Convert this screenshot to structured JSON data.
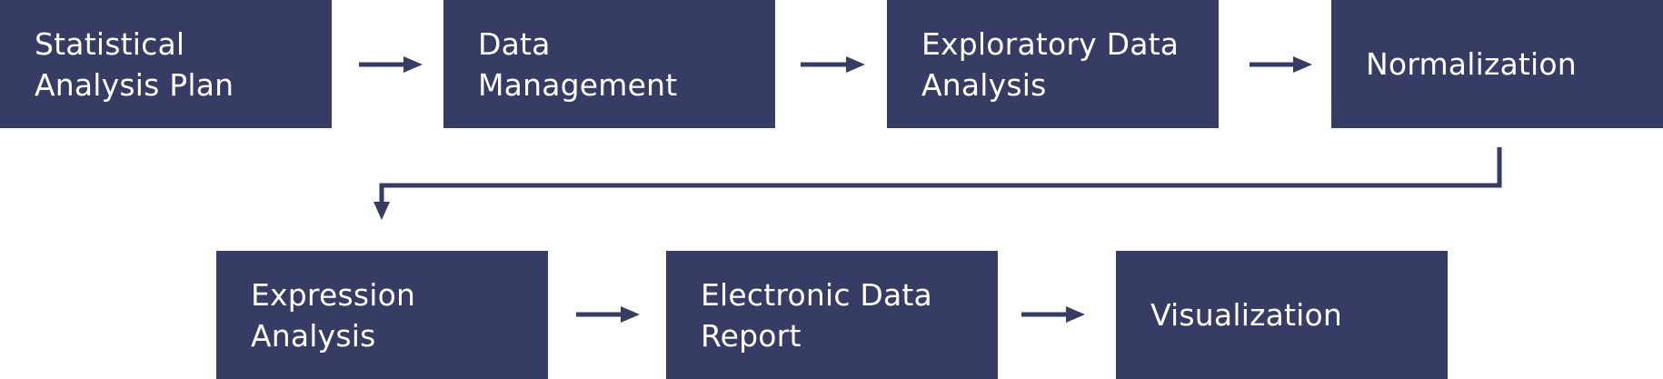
{
  "steps": [
    {
      "lines": [
        "Statistical",
        "Analysis Plan"
      ]
    },
    {
      "lines": [
        "Data",
        "Management"
      ]
    },
    {
      "lines": [
        "Exploratory Data",
        "Analysis"
      ]
    },
    {
      "lines": [
        "Normalization"
      ]
    },
    {
      "lines": [
        "Expression",
        "Analysis"
      ]
    },
    {
      "lines": [
        "Electronic Data",
        "Report"
      ]
    },
    {
      "lines": [
        "Visualization"
      ]
    }
  ],
  "colors": {
    "box_fill": "#363c63",
    "box_text": "#ffffff",
    "arrow": "#363c63",
    "background": "#ffffff"
  },
  "flow": [
    {
      "from": 0,
      "to": 1
    },
    {
      "from": 1,
      "to": 2
    },
    {
      "from": 2,
      "to": 3
    },
    {
      "from": 3,
      "to": 4
    },
    {
      "from": 4,
      "to": 5
    },
    {
      "from": 5,
      "to": 6
    }
  ]
}
